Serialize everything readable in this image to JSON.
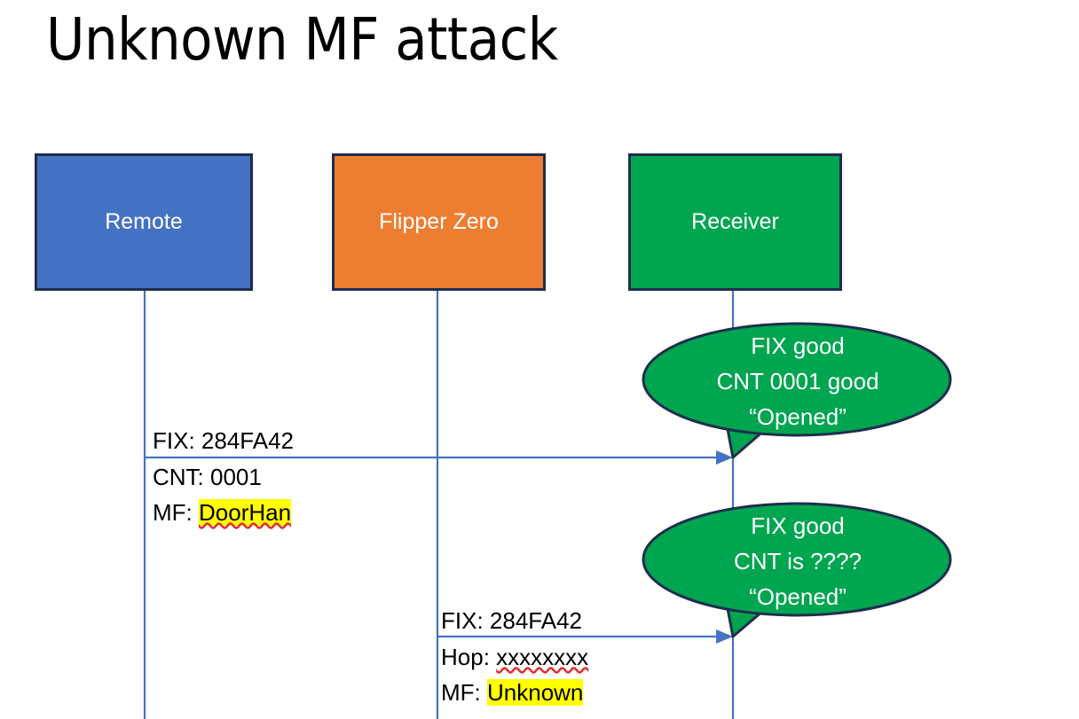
{
  "slide": {
    "title": "Unknown MF attack",
    "background_color": "#FFFFFF"
  },
  "colors": {
    "remote_fill": "#4472C4",
    "flipper_fill": "#ED7D31",
    "receiver_fill": "#00A550",
    "box_outline": "#1F2E4D",
    "lifeline": "#4472C4",
    "arrow": "#4472C4",
    "callout_fill": "#00A550",
    "callout_outline": "#1F2E4D",
    "highlight": "#FFFF00",
    "spellcheck_underline": "#E03030",
    "text_dark": "#000000",
    "text_light": "#FFFFFF"
  },
  "actors": [
    {
      "id": "remote",
      "label": "Remote"
    },
    {
      "id": "flipper",
      "label": "Flipper Zero"
    },
    {
      "id": "receiver",
      "label": "Receiver"
    }
  ],
  "messages": [
    {
      "id": "message-1",
      "from": "remote",
      "to": "receiver",
      "line1": "FIX: 284FA42",
      "line2_prefix": "CNT: 0001",
      "line3_prefix": "MF: ",
      "line3_value": "DoorHan",
      "line3_highlighted": true,
      "line3_spellchecked": true
    },
    {
      "id": "message-2",
      "from": "flipper",
      "to": "receiver",
      "line1": "FIX: 284FA42",
      "line2_prefix": "Hop: ",
      "line2_value": "xxxxxxxx",
      "line2_spellchecked": true,
      "line3_prefix": "MF: ",
      "line3_value": "Unknown",
      "line3_highlighted": true
    }
  ],
  "callouts": [
    {
      "id": "callout-1",
      "line1": "FIX good",
      "line2": "CNT 0001 good",
      "line3": "“Opened”"
    },
    {
      "id": "callout-2",
      "line1": "FIX good",
      "line2": "CNT is ????",
      "line3": "“Opened”"
    }
  ]
}
